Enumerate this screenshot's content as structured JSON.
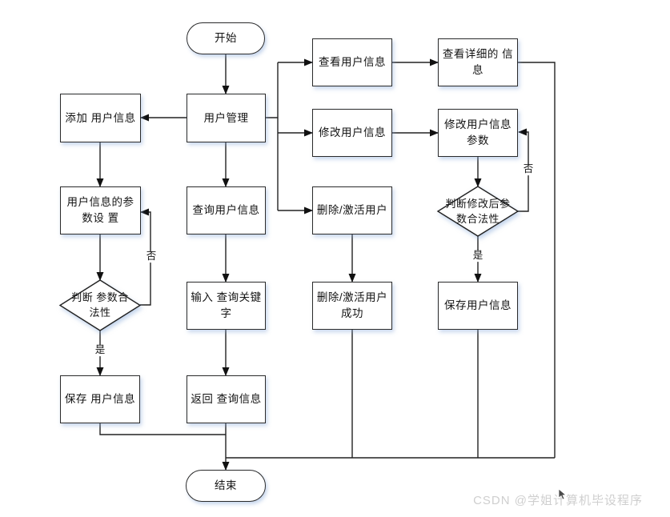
{
  "nodes": {
    "start": {
      "label": "开始"
    },
    "user_management": {
      "label": "用户管理"
    },
    "add_user_info": {
      "label": "添加 用户信息"
    },
    "view_user_info": {
      "label": "查看用户信息"
    },
    "view_detail_info": {
      "label": "查看详细的 信\n息"
    },
    "modify_user_info": {
      "label": "修改用户信息"
    },
    "modify_user_params": {
      "label": "修改用户信息\n参数"
    },
    "delete_activate_user": {
      "label": "删除/激活用户"
    },
    "user_param_setting": {
      "label": "用户信息的参\n数设 置"
    },
    "query_user_info": {
      "label": "查询用户信息"
    },
    "judge_modified_params": {
      "label": "判断修改后参\n数合法性"
    },
    "input_query_keyword": {
      "label": "输入 查询关键\n字"
    },
    "delete_activate_success": {
      "label": "删除/激活用户\n成功"
    },
    "save_user_info_right": {
      "label": "保存用户信息"
    },
    "judge_params": {
      "label": "判断 参数合\n法性"
    },
    "save_user_info_left": {
      "label": "保存 用户信息"
    },
    "return_query_info": {
      "label": "返回 查询信息"
    },
    "end": {
      "label": "结束"
    }
  },
  "edge_labels": {
    "yes_left": "是",
    "no_left": "否",
    "yes_right": "是",
    "no_right": "否"
  },
  "watermark": {
    "text": "CSDN @学姐计算机毕设程序"
  },
  "colors": {
    "line": "#222222",
    "arrow": "#111111",
    "box_border": "#2b2b2b",
    "shadow": "rgba(130,165,215,0.45)",
    "watermark": "#cfcfcf"
  }
}
